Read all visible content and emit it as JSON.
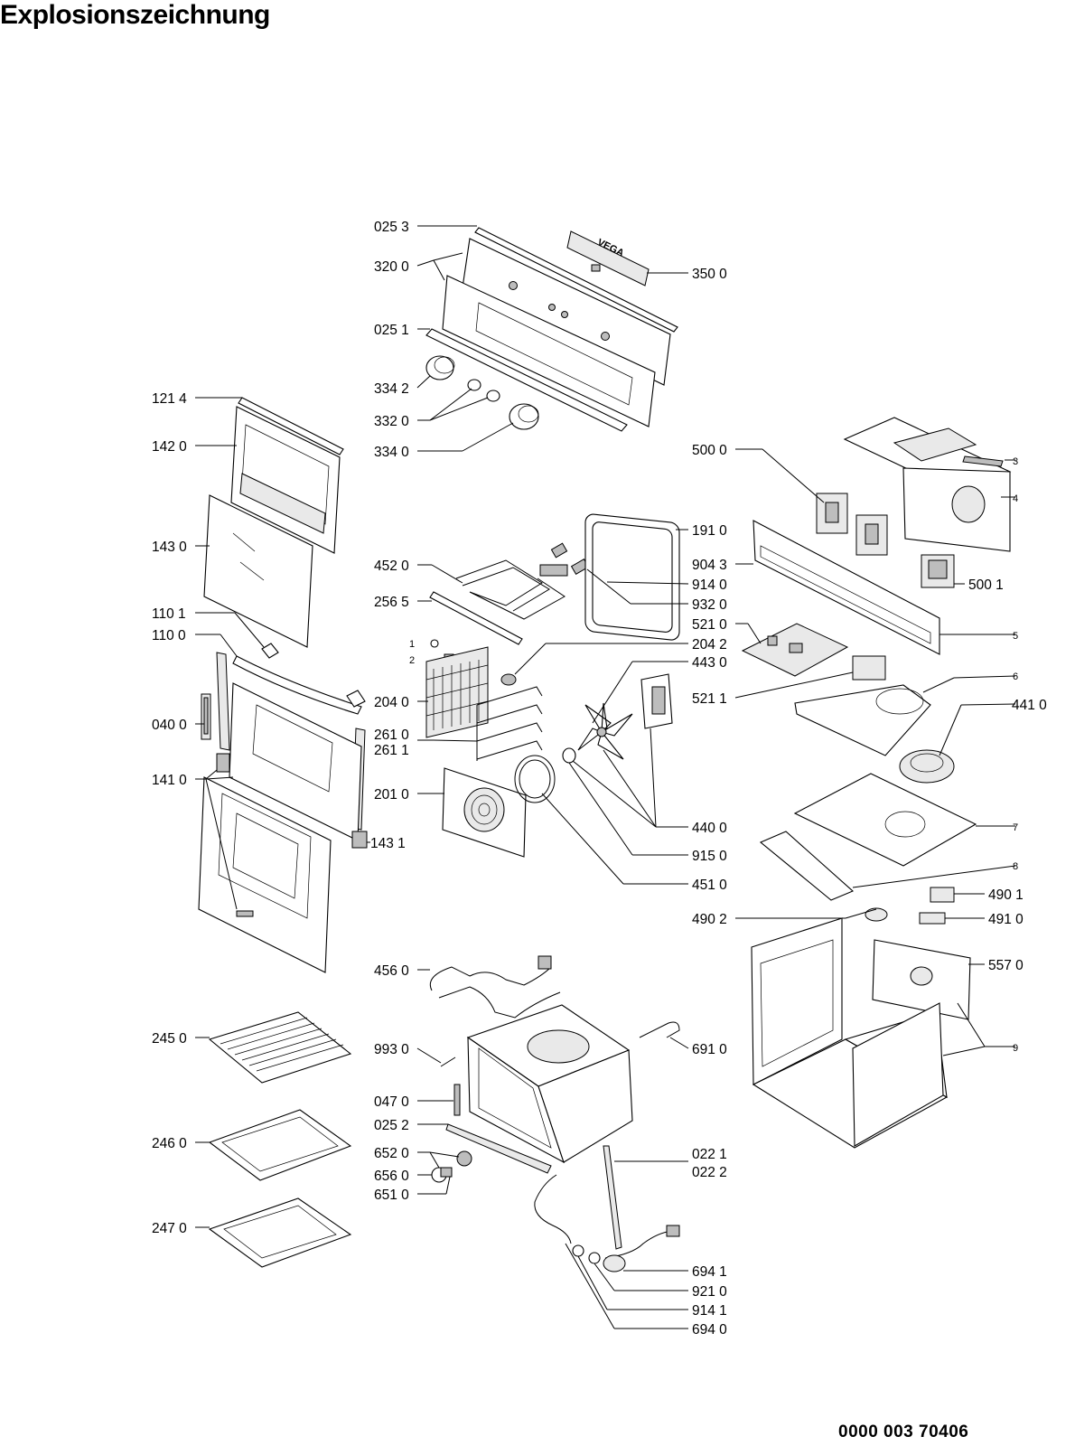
{
  "title": "Explosionszeichnung",
  "doc_number": "0000 003 70406",
  "part_labels": [
    {
      "id": "025-3",
      "text": "025 3"
    },
    {
      "id": "320-0",
      "text": "320 0"
    },
    {
      "id": "350-0",
      "text": "350 0"
    },
    {
      "id": "025-1",
      "text": "025 1"
    },
    {
      "id": "334-2",
      "text": "334 2"
    },
    {
      "id": "332-0",
      "text": "332 0"
    },
    {
      "id": "334-0",
      "text": "334 0"
    },
    {
      "id": "121-4",
      "text": "121 4"
    },
    {
      "id": "142-0",
      "text": "142 0"
    },
    {
      "id": "143-0",
      "text": "143 0"
    },
    {
      "id": "110-1",
      "text": "110 1"
    },
    {
      "id": "110-0",
      "text": "110 0"
    },
    {
      "id": "040-0",
      "text": "040 0"
    },
    {
      "id": "141-0",
      "text": "141 0"
    },
    {
      "id": "452-0",
      "text": "452 0"
    },
    {
      "id": "256-5",
      "text": "256 5"
    },
    {
      "id": "1",
      "text": "1"
    },
    {
      "id": "2",
      "text": "2"
    },
    {
      "id": "204-0",
      "text": "204 0"
    },
    {
      "id": "261-0",
      "text": "261 0"
    },
    {
      "id": "261-1",
      "text": "261 1"
    },
    {
      "id": "201-0",
      "text": "201 0"
    },
    {
      "id": "143-1",
      "text": "143 1"
    },
    {
      "id": "500-0",
      "text": "500 0"
    },
    {
      "id": "3",
      "text": "3"
    },
    {
      "id": "4",
      "text": "4"
    },
    {
      "id": "191-0",
      "text": "191 0"
    },
    {
      "id": "904-3",
      "text": "904 3"
    },
    {
      "id": "914-0",
      "text": "914 0"
    },
    {
      "id": "932-0",
      "text": "932 0"
    },
    {
      "id": "500-1",
      "text": "500 1"
    },
    {
      "id": "521-0",
      "text": "521 0"
    },
    {
      "id": "5",
      "text": "5"
    },
    {
      "id": "204-2",
      "text": "204 2"
    },
    {
      "id": "443-0",
      "text": "443 0"
    },
    {
      "id": "6",
      "text": "6"
    },
    {
      "id": "521-1",
      "text": "521 1"
    },
    {
      "id": "441-0",
      "text": "441 0"
    },
    {
      "id": "440-0",
      "text": "440 0"
    },
    {
      "id": "7",
      "text": "7"
    },
    {
      "id": "915-0",
      "text": "915 0"
    },
    {
      "id": "8",
      "text": "8"
    },
    {
      "id": "451-0",
      "text": "451 0"
    },
    {
      "id": "490-1",
      "text": "490 1"
    },
    {
      "id": "490-2",
      "text": "490 2"
    },
    {
      "id": "491-0",
      "text": "491 0"
    },
    {
      "id": "557-0",
      "text": "557 0"
    },
    {
      "id": "456-0",
      "text": "456 0"
    },
    {
      "id": "9",
      "text": "9"
    },
    {
      "id": "245-0",
      "text": "245 0"
    },
    {
      "id": "993-0",
      "text": "993 0"
    },
    {
      "id": "691-0",
      "text": "691 0"
    },
    {
      "id": "047-0",
      "text": "047 0"
    },
    {
      "id": "025-2",
      "text": "025 2"
    },
    {
      "id": "246-0",
      "text": "246 0"
    },
    {
      "id": "652-0",
      "text": "652 0"
    },
    {
      "id": "656-0",
      "text": "656 0"
    },
    {
      "id": "651-0",
      "text": "651 0"
    },
    {
      "id": "022-1",
      "text": "022 1"
    },
    {
      "id": "022-2",
      "text": "022 2"
    },
    {
      "id": "247-0",
      "text": "247 0"
    },
    {
      "id": "694-1",
      "text": "694 1"
    },
    {
      "id": "921-0",
      "text": "921 0"
    },
    {
      "id": "914-1",
      "text": "914 1"
    },
    {
      "id": "694-0",
      "text": "694 0"
    }
  ],
  "panel_logo_text": "VEGA"
}
